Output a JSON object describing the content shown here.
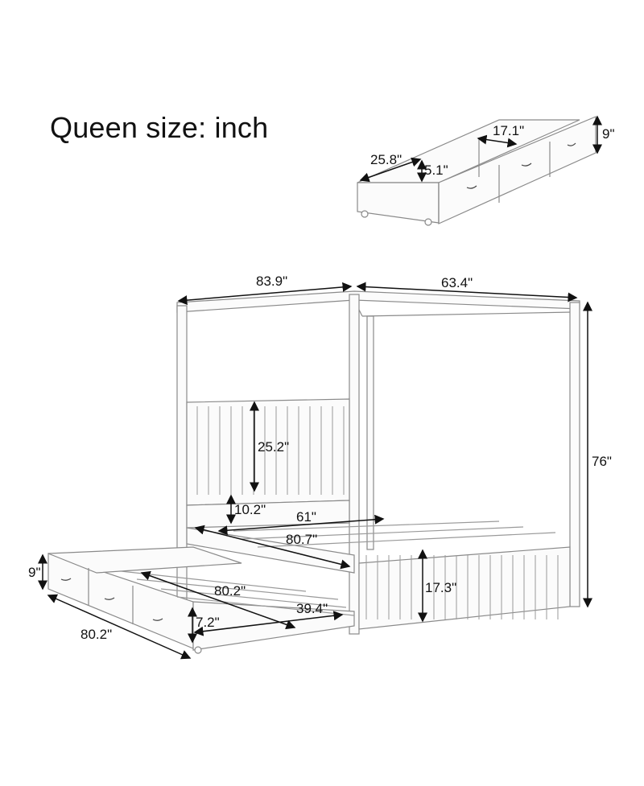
{
  "title": "Queen size: inch",
  "unit": "inch",
  "drawer": {
    "width": "17.1\"",
    "length": "25.8\"",
    "inner_depth": "5.1\"",
    "height": "9\""
  },
  "bed": {
    "overall_length": "83.9\"",
    "overall_width": "63.4\"",
    "overall_height": "76\"",
    "headboard_panel_height": "25.2\"",
    "rail_to_headboard": "10.2\"",
    "inner_width": "61\"",
    "inner_length": "80.7\"",
    "footboard_height": "17.3\""
  },
  "trundle": {
    "height": "9\"",
    "outer_length": "80.2\"",
    "inner_length": "80.2\"",
    "inner_width": "39.4\"",
    "side_height": "7.2\""
  },
  "colors": {
    "line": "#8a8a8a",
    "arrow": "#111111",
    "panel_fill": "#f4f4f4"
  }
}
